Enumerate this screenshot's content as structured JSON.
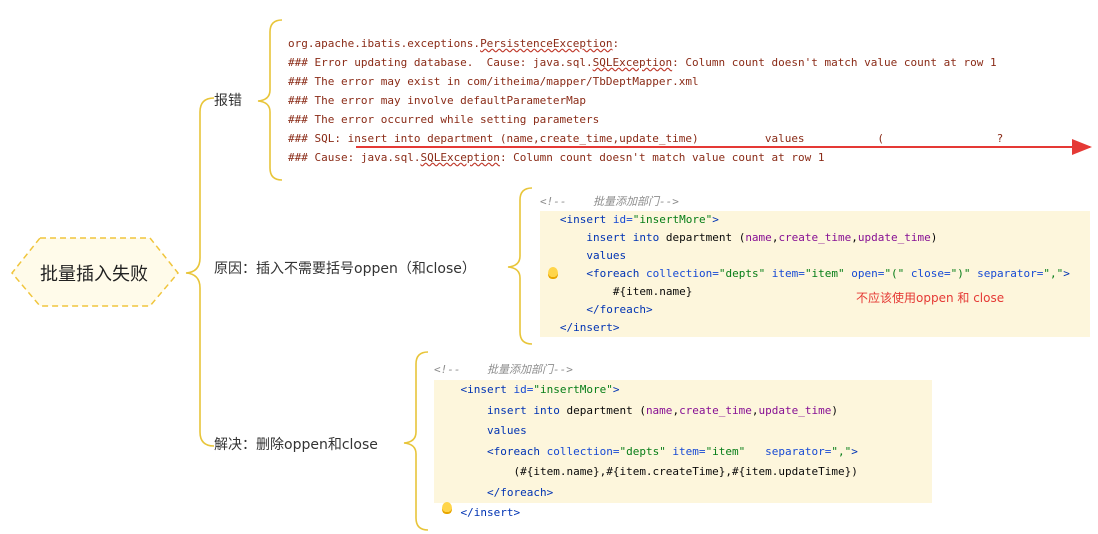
{
  "root": {
    "label": "批量插入失败"
  },
  "branches": {
    "error": {
      "label": "报错"
    },
    "reason": {
      "label": "原因：插入不需要括号oppen（和close）"
    },
    "solution": {
      "label": "解决：删除oppen和close"
    }
  },
  "error_log": {
    "line1_pre": "org.apache.ibatis.exceptions.",
    "line1_ul": "PersistenceException",
    "line1_post": ":",
    "line2_pre": "### Error updating database.  Cause: java.sql.",
    "line2_ul": "SQLException",
    "line2_post": ": Column count doesn't match value count at row 1",
    "line3": "### The error may exist in com/itheima/mapper/TbDeptMapper.xml",
    "line4": "### The error may involve defaultParameterMap",
    "line5": "### The error occurred while setting parameters",
    "line6": "### SQL: insert into department (name,create_time,update_time)          values           (                 ?",
    "line7_pre": "### Cause: java.sql.",
    "line7_ul": "SQLException",
    "line7_post": ": Column count doesn't match value count at row 1"
  },
  "code_wrong": {
    "comment": "<!--    批量添加部门-->",
    "insert_open_tag": "<insert",
    "insert_id_attr": " id=",
    "insert_id_val": "\"insertMore\"",
    "insert_open_end": ">",
    "sql_insert": "insert into",
    "sql_table": " department (",
    "sql_c1": "name",
    "sql_comma1": ",",
    "sql_c2": "create_time",
    "sql_comma2": ",",
    "sql_c3": "update_time",
    "sql_close": ")",
    "values": "values",
    "foreach_tag": "<foreach",
    "collection_attr": " collection=",
    "collection_val": "\"depts\"",
    "item_attr": " item=",
    "item_val": "\"item\"",
    "open_attr": " open=",
    "open_val": "\"(\"",
    "close_attr": " close=",
    "close_val": "\")\"",
    "separator_attr": " separator=",
    "separator_val": "\",\"",
    "foreach_end": ">",
    "item_name": "#{item.name}",
    "foreach_close": "</foreach>",
    "insert_close": "</insert>",
    "note": "不应该使用oppen 和 close"
  },
  "code_fixed": {
    "comment": "<!--    批量添加部门-->",
    "insert_open_tag": "<insert",
    "insert_id_attr": " id=",
    "insert_id_val": "\"insertMore\"",
    "insert_open_end": ">",
    "sql_insert": "insert into",
    "sql_table": " department (",
    "sql_c1": "name",
    "sql_comma1": ",",
    "sql_c2": "create_time",
    "sql_comma2": ",",
    "sql_c3": "update_time",
    "sql_close": ")",
    "values": "values",
    "foreach_tag": "<foreach",
    "collection_attr": " collection=",
    "collection_val": "\"depts\"",
    "item_attr": " item=",
    "item_val": "\"item\"",
    "separator_attr": "   separator=",
    "separator_val": "\",\"",
    "foreach_end": ">",
    "values_expr": "(#{item.name},#{item.createTime},#{item.updateTime})",
    "foreach_close": "</foreach>",
    "insert_close": "</insert>"
  },
  "colors": {
    "bracket": "#e8c53a",
    "arrow_red": "#e53935",
    "error_text": "#8a2b17",
    "code_bg": "#fdf6dc"
  }
}
